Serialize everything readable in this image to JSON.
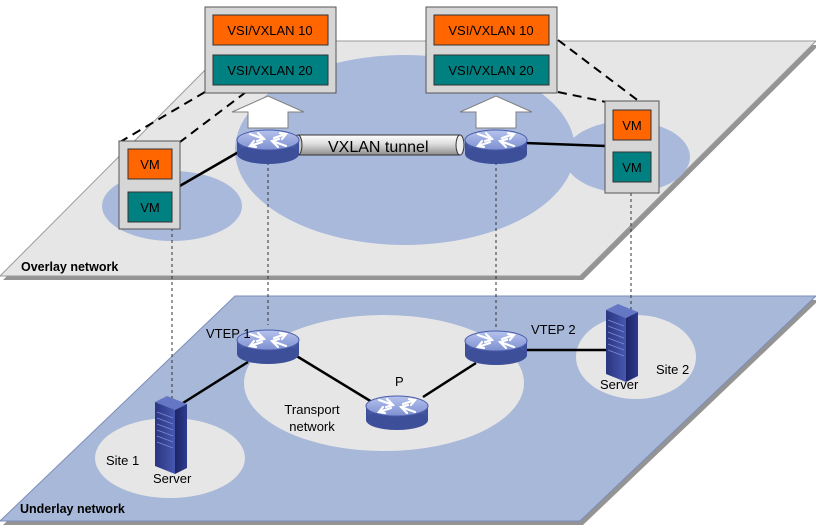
{
  "planes": {
    "overlay_label": "Overlay network",
    "underlay_label": "Underlay network"
  },
  "vsi": {
    "vxlan10": "VSI/VXLAN 10",
    "vxlan20": "VSI/VXLAN 20"
  },
  "vm_label": "VM",
  "tunnel_label": "VXLAN tunnel",
  "vteps": {
    "vtep1": "VTEP 1",
    "vtep2": "VTEP 2"
  },
  "p_label": "P",
  "transport": {
    "line1": "Transport",
    "line2": "network"
  },
  "sites": {
    "site1": "Site 1",
    "site2": "Site 2",
    "server": "Server"
  },
  "colors": {
    "vxlan10": "#ff6600",
    "vxlan20": "#008080",
    "overlay_plane": "#e6e6e6",
    "underlay_plane": "#a8b8d8",
    "bubble_overlay": "#a9b9dc",
    "bubble_underlay": "#e6e6e6",
    "router_body": "#6f7fbf"
  }
}
